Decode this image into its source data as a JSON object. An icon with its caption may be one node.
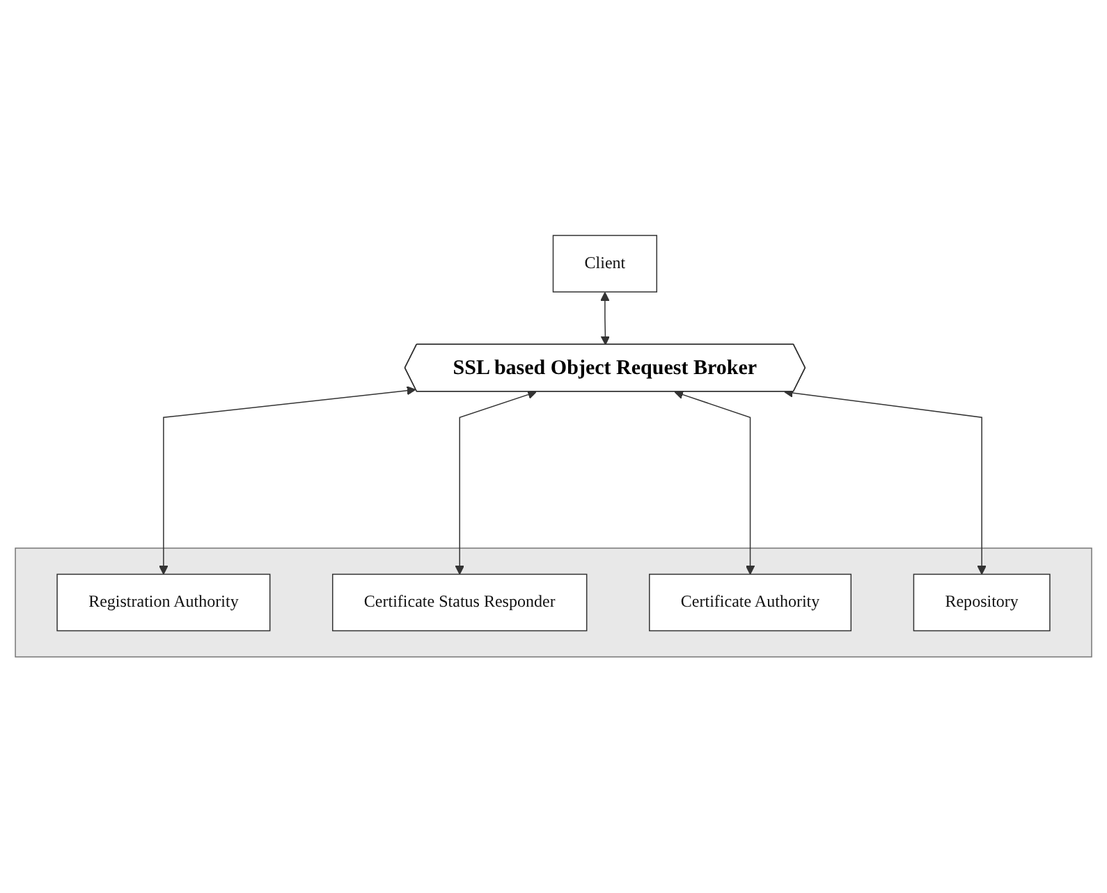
{
  "diagram": {
    "nodes": [
      {
        "text": [
          "Client"
        ]
      },
      {
        "text": [
          "SSL based Object Request Broker"
        ]
      },
      {
        "text": [],
        "shape": "box"
      },
      {
        "text": [
          "Registration Authority"
        ],
        "in": 2
      },
      {
        "text": [
          "Certificate Status Responder"
        ],
        "in": 2
      },
      {
        "text": [
          "Certificate Authority"
        ],
        "in": 2
      },
      {
        "text": [
          "Repository"
        ],
        "in": 2
      }
    ],
    "edges": [
      {
        "from": 0,
        "to": 1,
        "arrow": "both"
      },
      {
        "from": 1,
        "to": 3,
        "arrow": "both"
      },
      {
        "from": 1,
        "to": 4,
        "arrow": "both"
      },
      {
        "from": 1,
        "to": 5,
        "arrow": "both"
      },
      {
        "from": 1,
        "to": 6,
        "arrow": "both"
      }
    ]
  }
}
